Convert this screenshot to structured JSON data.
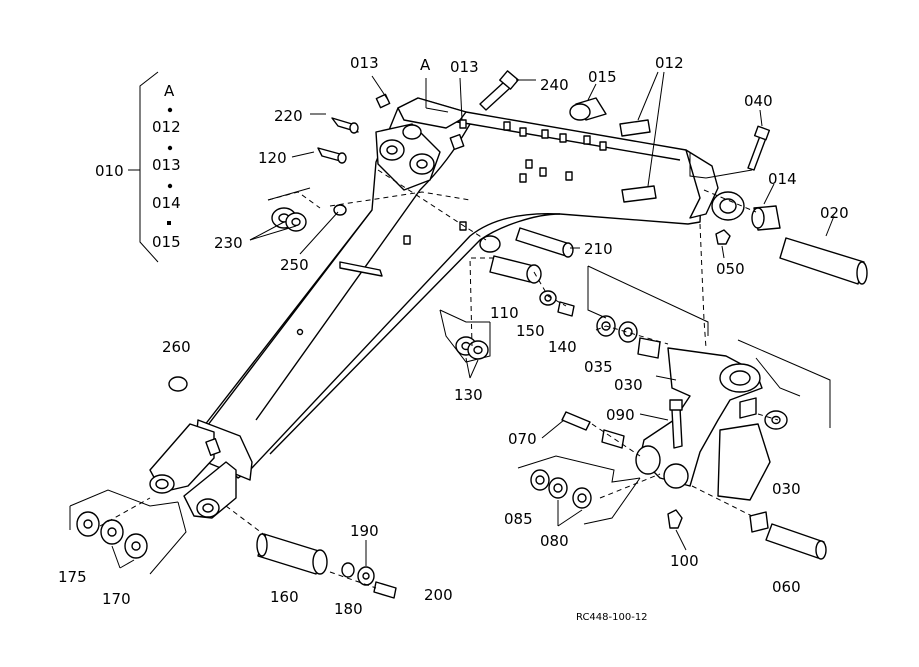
{
  "diagram": {
    "part_labels": {
      "p010": "010",
      "pA_header": "A",
      "p012_list": "012",
      "p013_list": "013",
      "p014_list": "014",
      "p015_list": "015",
      "p013_a": "013",
      "pA_top": "A",
      "p013_b": "013",
      "p240": "240",
      "p015": "015",
      "p012": "012",
      "p220": "220",
      "p120": "120",
      "p230": "230",
      "p250": "250",
      "p210": "210",
      "p040": "040",
      "p014": "014",
      "p020": "020",
      "p050": "050",
      "p110": "110",
      "p150": "150",
      "p140": "140",
      "p035": "035",
      "p030_a": "030",
      "p130": "130",
      "p260": "260",
      "p090": "090",
      "p070": "070",
      "p030_b": "030",
      "p085": "085",
      "p080": "080",
      "p100": "100",
      "p060": "060",
      "p175": "175",
      "p170": "170",
      "p160": "160",
      "p190": "190",
      "p180": "180",
      "p200": "200"
    },
    "drawing_code": "RC448-100-12"
  }
}
